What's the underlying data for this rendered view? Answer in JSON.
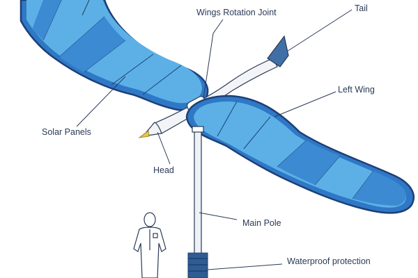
{
  "labels": {
    "rotation_joint": "Wings Rotation Joint",
    "tail": "Tail",
    "left_wing": "Left Wing",
    "solar_panels": "Solar Panels",
    "head": "Head",
    "main_pole": "Main Pole",
    "waterproof": "Waterproof protection"
  },
  "colors": {
    "wing_fill": "#5aaee4",
    "wing_dark": "#2a6fbf",
    "wing_outline": "#1d3f77",
    "tail_fill": "#3d6ea3",
    "line": "#2a3a55"
  }
}
